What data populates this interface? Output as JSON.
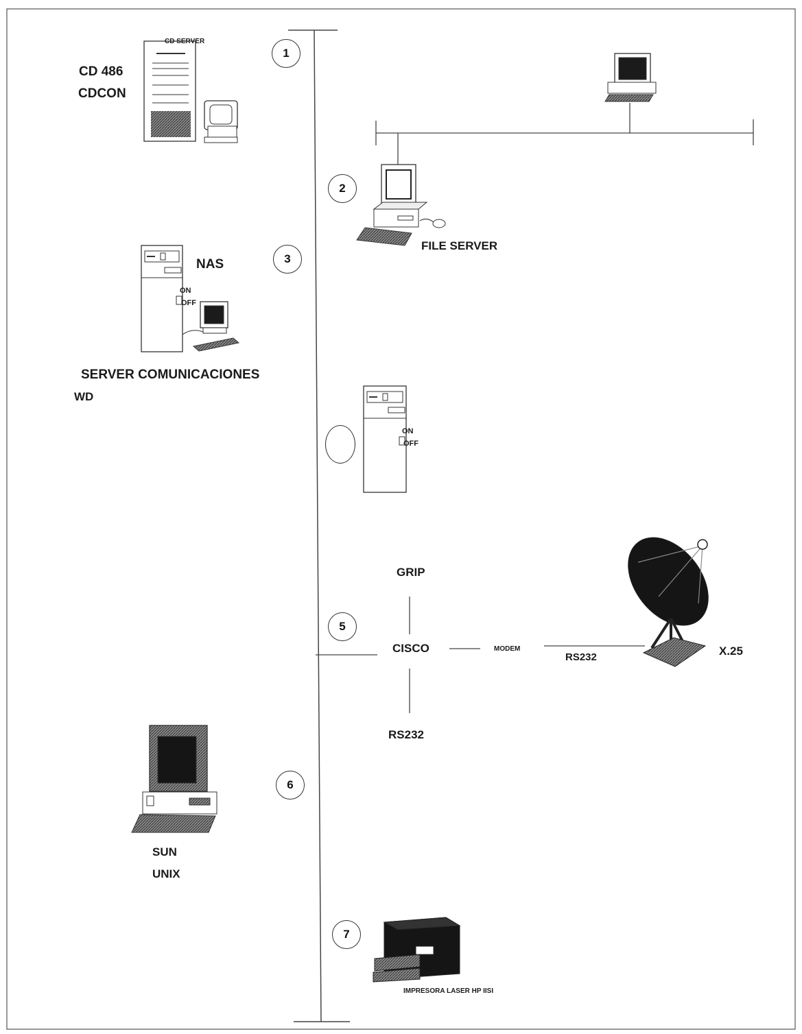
{
  "labels": {
    "cd_server": "CD SERVER",
    "cd486": "CD 486",
    "cdcon": "CDCON",
    "nas": "NAS",
    "on": "ON",
    "off": "OFF",
    "on2": "ON",
    "off2": "OFF",
    "server_comunicaciones": "SERVER COMUNICACIONES",
    "wd": "WD",
    "file_server": "FILE SERVER",
    "grip": "GRIP",
    "cisco": "CISCO",
    "modem": "MODEM",
    "rs232_right": "RS232",
    "rs232_bottom": "RS232",
    "x25": "X.25",
    "sun": "SUN",
    "unix": "UNIX",
    "printer": "IMPRESORA LASER HP IISI"
  },
  "badges": {
    "b1": "1",
    "b2": "2",
    "b3": "3",
    "b4": "",
    "b5": "5",
    "b6": "6",
    "b7": "7"
  },
  "colors": {
    "line": "#444444",
    "device_fill": "#ffffff",
    "device_dark": "#1b1b1b",
    "screen": "#222222"
  },
  "icons": [
    "cd-server-tower-icon",
    "workstation-icon",
    "file-server-computer-icon",
    "nas-tower-icon",
    "tower-computer-icon",
    "satellite-dish-icon",
    "sun-workstation-icon",
    "laser-printer-icon"
  ]
}
